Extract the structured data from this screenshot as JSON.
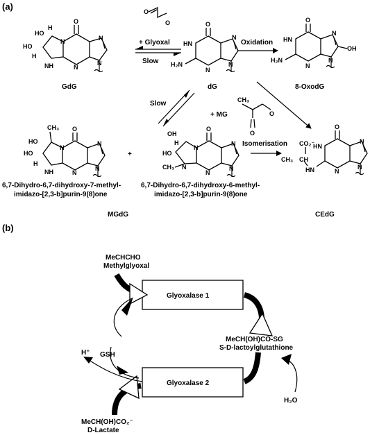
{
  "panels": {
    "a": "(a)",
    "b": "(b)"
  },
  "panel_a": {
    "reagent_glyoxal": "+ Glyoxal",
    "reagent_slow_top": "Slow",
    "reagent_oxidation": "Oxidation",
    "reagent_slow_mid": "Slow",
    "reagent_mg": "+ MG",
    "reagent_isomerisation": "Isomerisation",
    "plus_sign": "+",
    "compounds": {
      "gdg": "GdG",
      "dg": "dG",
      "oxodg": "8-OxodG",
      "cedg": "CEdG",
      "mgdg": "MGdG",
      "mg_isomer1_line1": "6,7-Dihydro-6,7-dihydroxy-7-methyl-",
      "mg_isomer1_line2": "imidazo-[2,3-b]purin-9(8)one",
      "mg_isomer2_line1": "6,7-Dihydro-6,7-dihydroxy-6-methyl-",
      "mg_isomer2_line2": "imidazo-[2,3-b]purin-9(8)one"
    },
    "atoms": {
      "O": "O",
      "N": "N",
      "H": "H",
      "HO": "HO",
      "OH": "OH",
      "NH": "NH",
      "HN": "HN",
      "H2N": "H₂N",
      "CH3": "CH₃",
      "CO2minus": "CO₂⁻",
      "CH": "CH",
      "HN_side": "HN"
    }
  },
  "panel_b": {
    "methylglyoxal_formula": "MeCHCHO",
    "methylglyoxal_name": "Methylglyoxal",
    "enzyme1": "Glyoxalase 1",
    "enzyme2": "Glyoxalase 2",
    "gsh": "GSH",
    "hplus": "H⁺",
    "lactoylglutathione_formula": "MeCH(OH)CO-SG",
    "lactoylglutathione_name": "S-D-lactoylglutathione",
    "lactate_formula": "MeCH(OH)CO₂⁻",
    "lactate_name": "D-Lactate",
    "water": "H₂O"
  }
}
